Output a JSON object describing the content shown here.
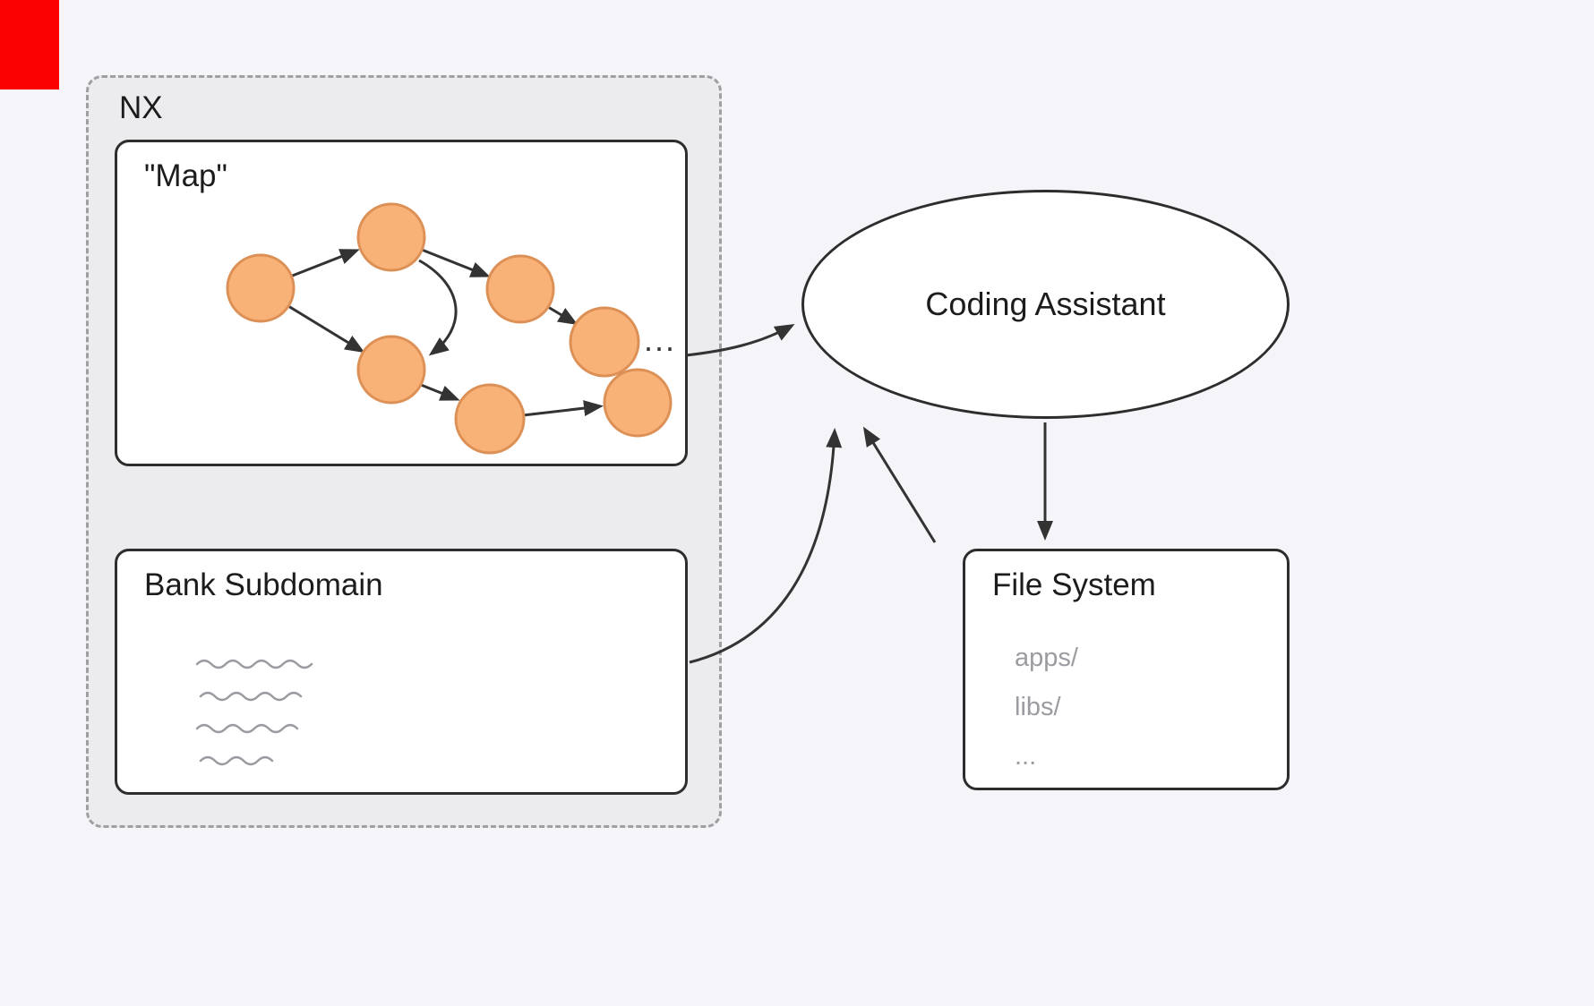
{
  "colors": {
    "node_fill": "#F8B277",
    "node_stroke": "#DD9055",
    "arrow": "#333333",
    "squiggle": "#9B9BA1",
    "red_marker": "#FB0100",
    "muted_text": "#9B9BA1"
  },
  "nx": {
    "label": "NX"
  },
  "map": {
    "label": "\"Map\"",
    "ellipsis": "..."
  },
  "bank": {
    "label": "Bank Subdomain"
  },
  "assistant": {
    "label": "Coding Assistant"
  },
  "filesystem": {
    "label": "File System",
    "entries": [
      "apps/",
      "libs/",
      "..."
    ]
  }
}
